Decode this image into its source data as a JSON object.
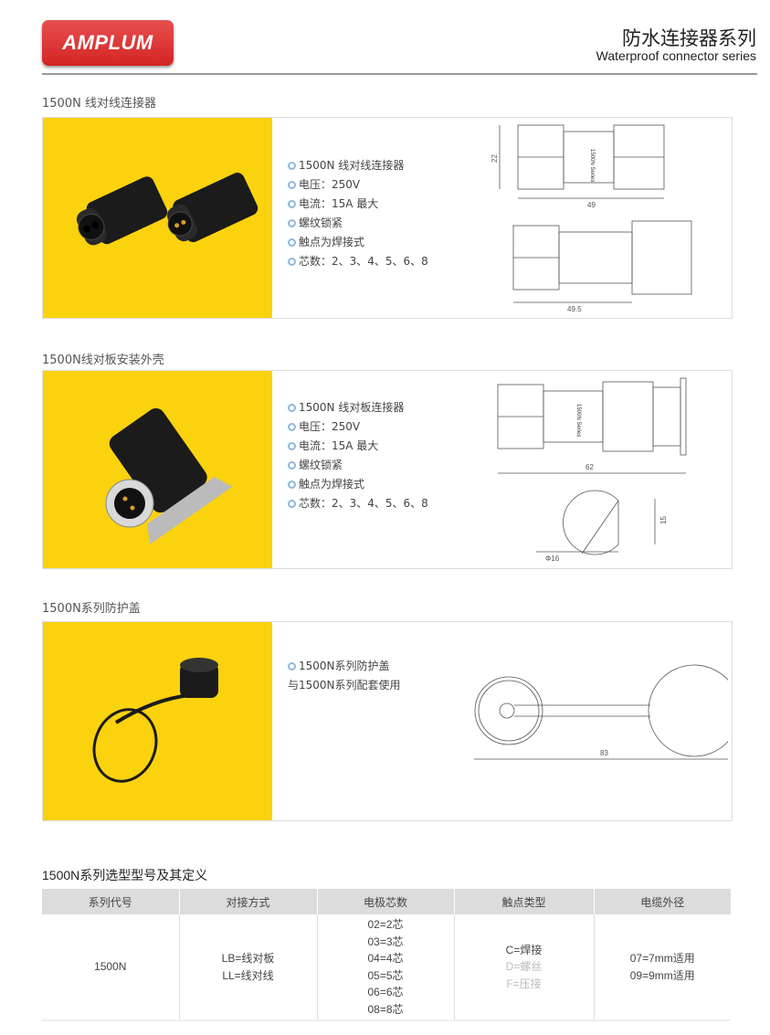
{
  "header": {
    "logo": "AMPLUM",
    "title": "防水连接器系列",
    "subtitle": "Waterproof connector series"
  },
  "sections": [
    {
      "label": "1500N 线对线连接器",
      "specs": [
        "1500N 线对线连接器",
        "电压：250V",
        "电流：15A 最大",
        "螺纹锁紧",
        "触点为焊接式",
        "芯数：2、3、4、5、6、8"
      ],
      "dims": {
        "height": "22",
        "length_top": "49",
        "length_bottom": "49.5",
        "marking": "1500N Series"
      }
    },
    {
      "label": "1500N线对板安装外壳",
      "specs": [
        "1500N 线对板连接器",
        "电压：250V",
        "电流：15A 最大",
        "螺纹锁紧",
        "触点为焊接式",
        "芯数：2、3、4、5、6、8"
      ],
      "dims": {
        "length": "62",
        "cutout_height": "15",
        "cutout_diameter": "Φ16",
        "marking": "1500N Series"
      }
    },
    {
      "label": "1500N系列防护盖",
      "specs": [
        "1500N系列防护盖",
        "与1500N系列配套使用"
      ],
      "dims": {
        "length": "83"
      }
    }
  ],
  "table": {
    "title": "1500N系列选型型号及其定义",
    "headers": [
      "系列代号",
      "对接方式",
      "电极芯数",
      "触点类型",
      "电缆外径"
    ],
    "series": "1500N",
    "mating": [
      "LB=线对板",
      "LL=线对线"
    ],
    "poles": [
      "02=2芯",
      "03=3芯",
      "04=4芯",
      "05=5芯",
      "06=6芯",
      "08=8芯"
    ],
    "contact": [
      "C=焊接",
      "D=螺丝",
      "F=压接"
    ],
    "cable": [
      "07=7mm适用",
      "09=9mm适用"
    ]
  }
}
